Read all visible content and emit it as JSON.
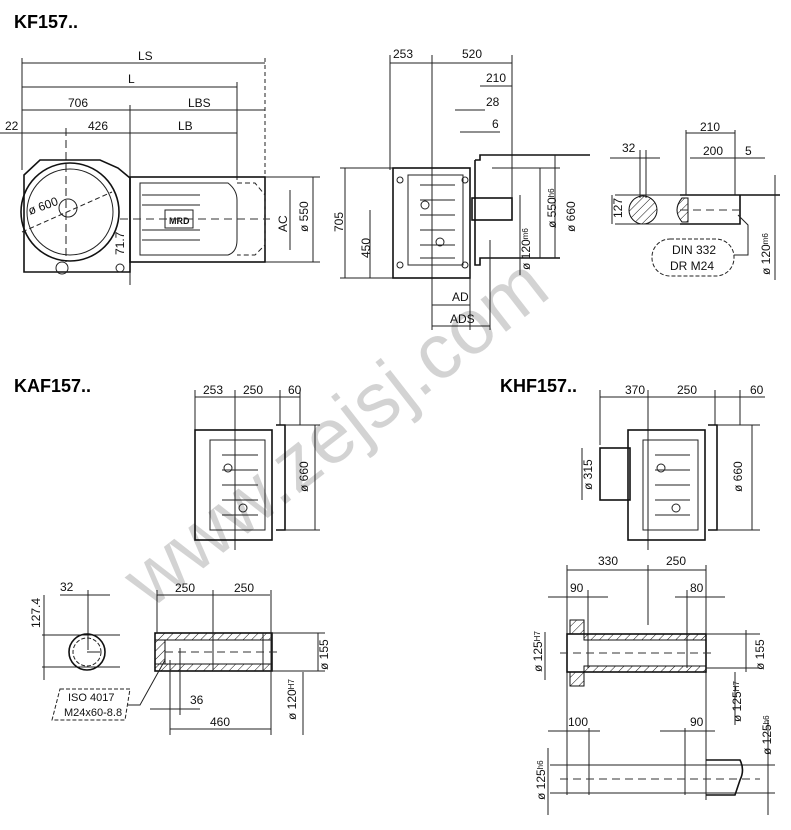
{
  "kf": {
    "title": "KF157..",
    "side": {
      "ls": "LS",
      "l": "L",
      "d706": "706",
      "lbs": "LBS",
      "d22": "22",
      "d426": "426",
      "lb": "LB",
      "d600": "ø 600",
      "d717": "71.7",
      "ac": "AC",
      "d550": "ø 550",
      "motor_label": "MRD"
    },
    "front": {
      "d705": "705",
      "d450": "450",
      "d253": "253",
      "d520": "520",
      "d210": "210",
      "d28": "28",
      "d6": "6",
      "d550": "ø 550",
      "d550_tol": "h6",
      "d660": "ø 660",
      "d120": "ø 120",
      "d120_tol": "m6",
      "ad": "AD",
      "ads": "ADS"
    },
    "shaft": {
      "d32": "32",
      "d127": "127",
      "d210": "210",
      "d200": "200",
      "d5": "5",
      "din1": "DIN 332",
      "din2": "DR  M24",
      "d120": "ø 120",
      "d120_tol": "m6"
    }
  },
  "kaf": {
    "title": "KAF157..",
    "top": {
      "d253": "253",
      "d250": "250",
      "d60": "60",
      "d660": "ø 660"
    },
    "shaft": {
      "d32": "32",
      "d1274": "127.4",
      "d250a": "250",
      "d250b": "250",
      "d155": "ø 155",
      "d120": "ø 120",
      "d120_tol": "H7",
      "iso1": "ISO 4017",
      "iso2": "M24x60-8.8",
      "d36": "36",
      "d460": "460"
    }
  },
  "khf": {
    "title": "KHF157..",
    "top": {
      "d370": "370",
      "d250": "250",
      "d60": "60",
      "d315": "ø 315",
      "d660": "ø 660"
    },
    "shaft": {
      "d330": "330",
      "d250": "250",
      "d90": "90",
      "d80": "80",
      "d125a": "ø 125",
      "d125a_tol": "H7",
      "d155": "ø 155",
      "d125b": "ø 125",
      "d125b_tol": "H7",
      "d100": "100",
      "d90b": "90",
      "d125c": "ø 125",
      "d125c_tol": "h6",
      "d125d": "ø 125",
      "d125d_tol": "h6"
    }
  },
  "watermark": "www.zejsj.com"
}
